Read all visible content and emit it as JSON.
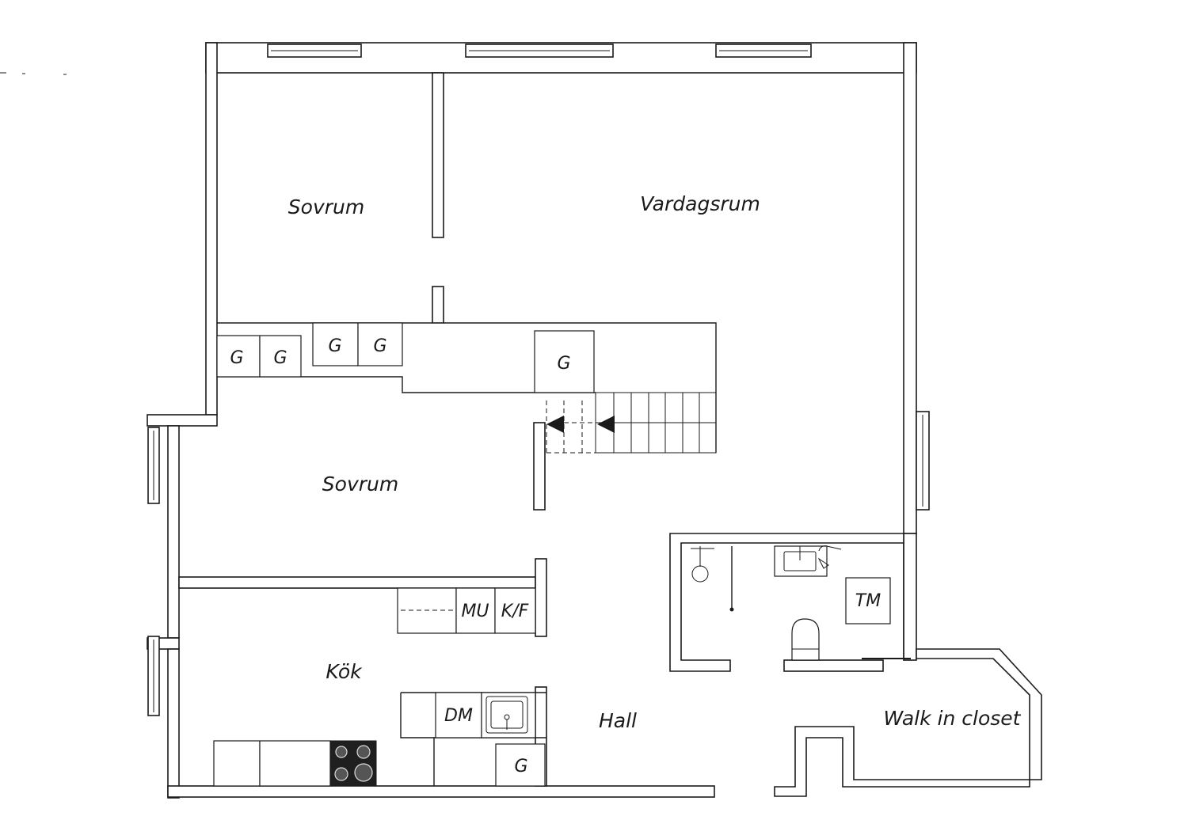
{
  "rooms": {
    "bedroom_top": "Sovrum",
    "living_room": "Vardagsrum",
    "bedroom_middle": "Sovrum",
    "kitchen": "Kök",
    "hall": "Hall",
    "walk_in_closet": "Walk in closet"
  },
  "fixtures": {
    "wardrobe": "G",
    "microwave": "MU",
    "fridge_freezer": "K/F",
    "dishwasher": "DM",
    "washing_machine": "TM"
  },
  "colors": {
    "line": "#1a1a1a",
    "background": "#ffffff"
  }
}
